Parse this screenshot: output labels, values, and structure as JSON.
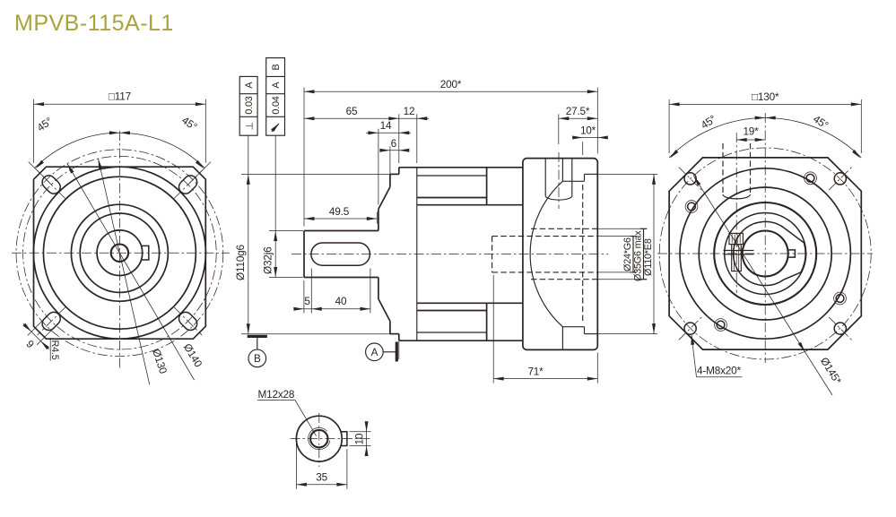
{
  "title": "MPVB-115A-L1",
  "colors": {
    "ink": "#2b2422",
    "title_accent": "#a9a23d",
    "background": "#ffffff"
  },
  "front_view": {
    "size_label": "□117",
    "angle_left": "45°",
    "angle_right": "45°",
    "slot_width": "9",
    "slot_radius": "R4.5",
    "bolt_circle_dia": "Ø130",
    "outer_dia": "Ø140"
  },
  "side_view": {
    "overall_length": "200*",
    "shaft_length": "65",
    "plate_thickness": "12",
    "shoulder_to_face": "14",
    "pilot_length": "6",
    "shaft_step_length": "49.5",
    "key_offset": "5",
    "key_length": "40",
    "hole_offset": "27.5*",
    "recess_depth": "10*",
    "rear_section_length": "71*",
    "pilot_dia": "Ø110g6",
    "shaft_dia": "Ø32j6",
    "input_bore_dia": "Ø24*G6",
    "input_bore_max": "Ø35G6 max",
    "input_pilot_dia": "Ø110*E8",
    "datum_a": "A",
    "datum_b": "B",
    "fcf_perpendicularity": {
      "symbol": "⊥",
      "tolerance": "0.03",
      "datum": "A"
    },
    "fcf_runout": {
      "tolerance": "0.04",
      "datum1": "A",
      "datum2": "B"
    }
  },
  "shaft_detail": {
    "thread_callout": "M12x28",
    "width_over_key": "35",
    "key_width": "10"
  },
  "rear_view": {
    "size_label": "□130*",
    "angle_left": "45°",
    "angle_right": "45°",
    "screw_offset": "19*",
    "tapped_holes": "4-M8x20*",
    "bolt_circle_dia": "Ø145*"
  }
}
